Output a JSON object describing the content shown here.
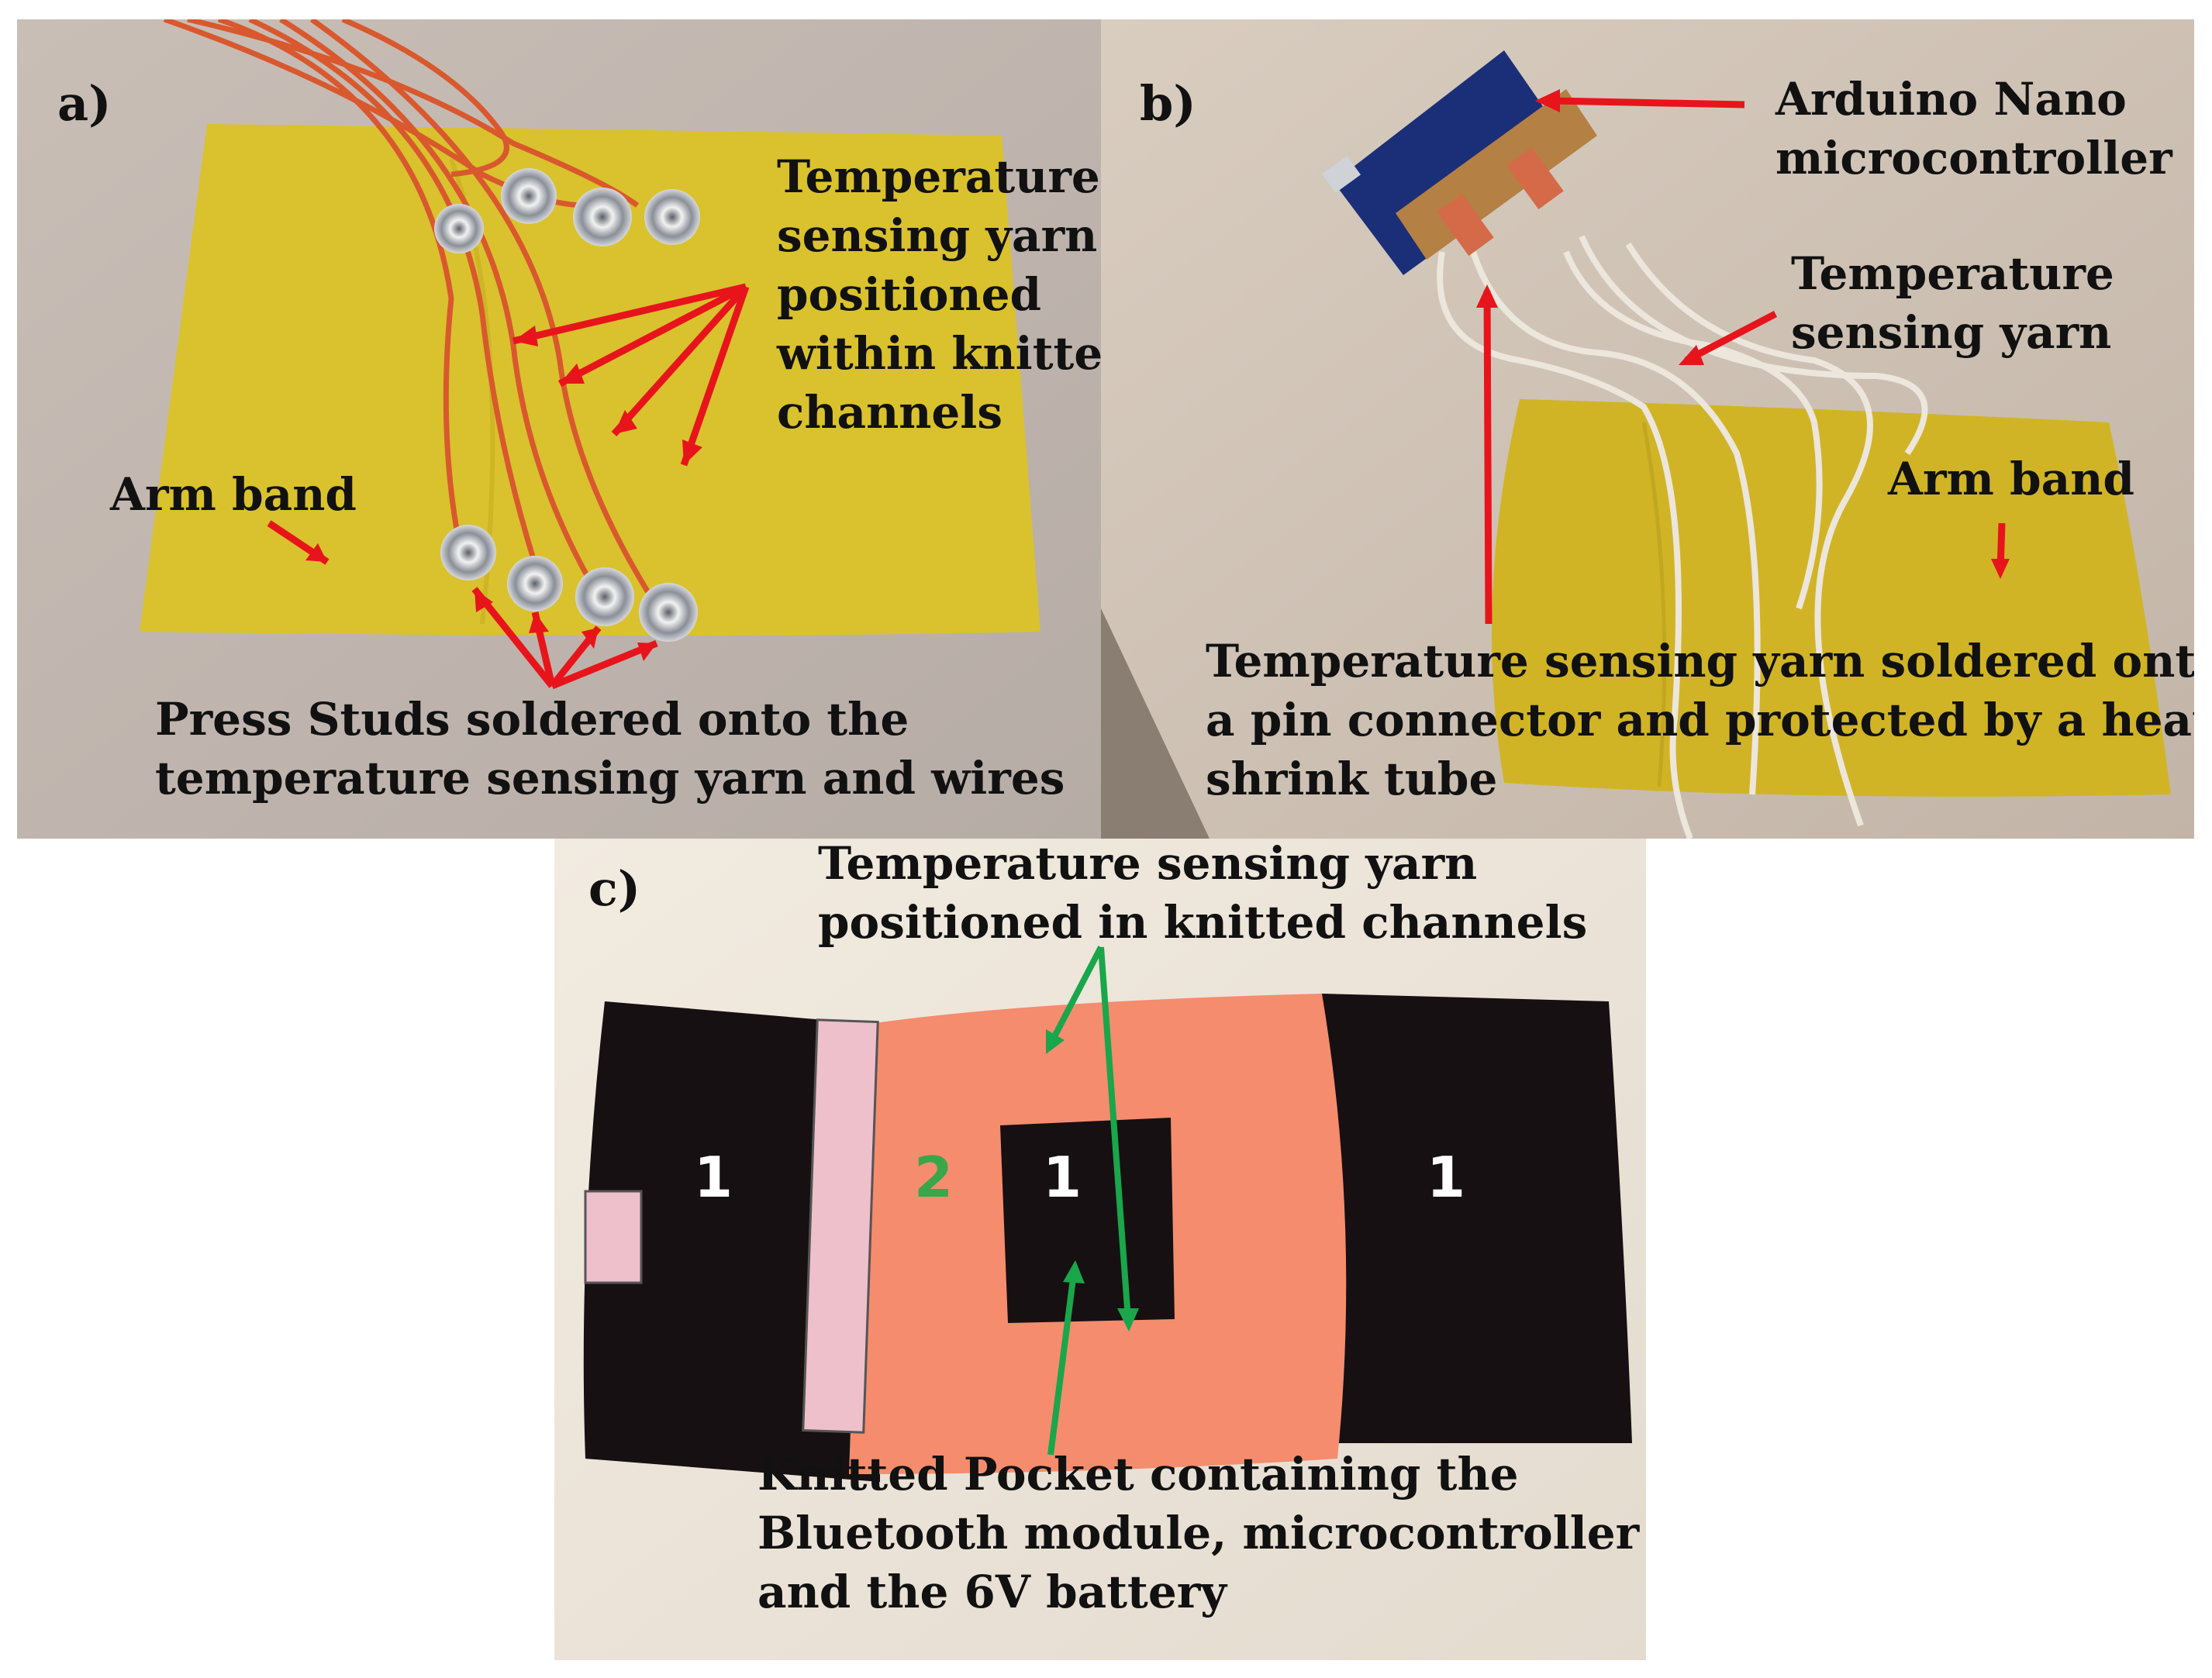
{
  "panels": {
    "a": {
      "tag": "a)",
      "label_sensing": [
        "Temperature",
        "sensing yarn",
        "positioned",
        "within knitted",
        "channels"
      ],
      "label_armband": "Arm band",
      "label_studs": [
        "Press Studs soldered onto the",
        "temperature sensing yarn and wires"
      ]
    },
    "b": {
      "tag": "b)",
      "label_arduino": [
        "Arduino Nano",
        "microcontroller"
      ],
      "label_yarn": [
        "Temperature",
        "sensing yarn"
      ],
      "label_armband": "Arm band",
      "label_soldered": [
        "Temperature sensing yarn soldered onto",
        "a pin connector and protected by a heat",
        "shrink tube"
      ]
    },
    "c": {
      "tag": "c)",
      "label_channels": [
        "Temperature sensing yarn",
        "positioned in knitted channels"
      ],
      "label_pocket": [
        "Knitted Pocket containing the",
        "Bluetooth module, microcontroller",
        "and the 6V battery"
      ],
      "zone_left": "1",
      "zone_middle_orange": "2",
      "zone_pocket": "1",
      "zone_right": "1"
    }
  },
  "colors": {
    "arrow_red": "#e8141c",
    "arrow_green": "#1aa64a",
    "fabric_yellow": "#d8c22c",
    "fabric_orange": "#f58c6e",
    "fabric_black": "#151012",
    "velcro_pink": "#eec0cc",
    "zone2_green": "#3aa64a"
  }
}
